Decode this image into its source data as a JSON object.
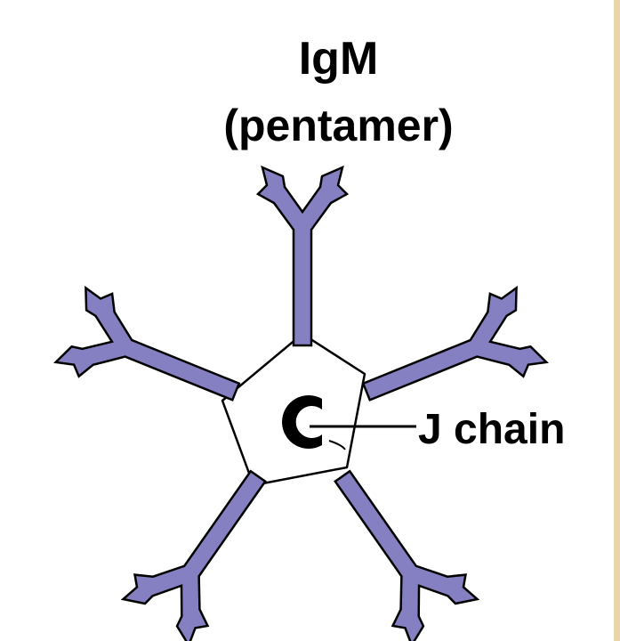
{
  "title": {
    "line1": "IgM",
    "line2": "(pentamer)"
  },
  "labels": {
    "j_chain": "J chain"
  },
  "colors": {
    "antibody_fill": "#8480c2",
    "outline": "#000000",
    "border_right": "#e8d6a8"
  },
  "icons": {
    "antibody_arm": "y-shaped-antibody-monomer",
    "j_chain": "c-shaped-j-chain"
  }
}
